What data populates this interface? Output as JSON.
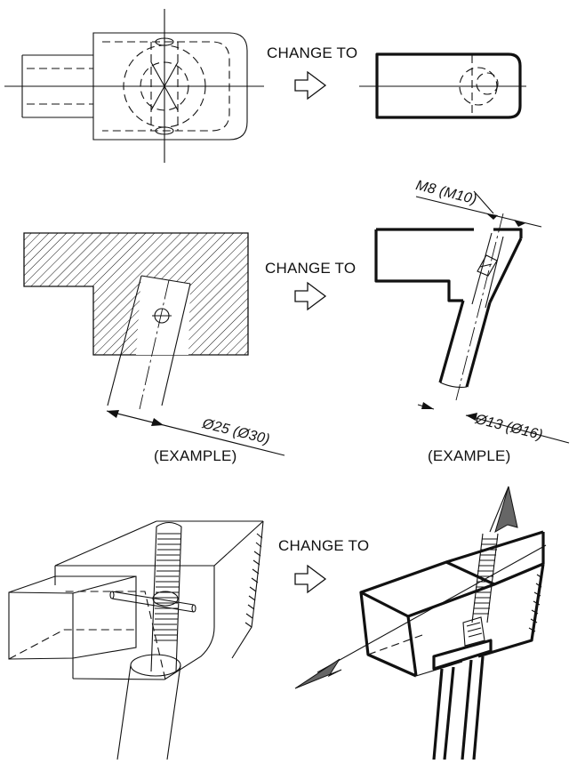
{
  "labels": {
    "change_to_1": "CHANGE TO",
    "change_to_2": "CHANGE TO",
    "change_to_3": "CHANGE TO",
    "thread_dim": "M8 (M10)",
    "bore_dim": "Ø25 (Ø30)",
    "pin_dim": "Ø13 (Ø16)",
    "example_left": "(EXAMPLE)",
    "example_right": "(EXAMPLE)"
  },
  "colors": {
    "line": "#111111",
    "background": "#ffffff"
  },
  "icons": [
    "change-arrow-icon"
  ]
}
